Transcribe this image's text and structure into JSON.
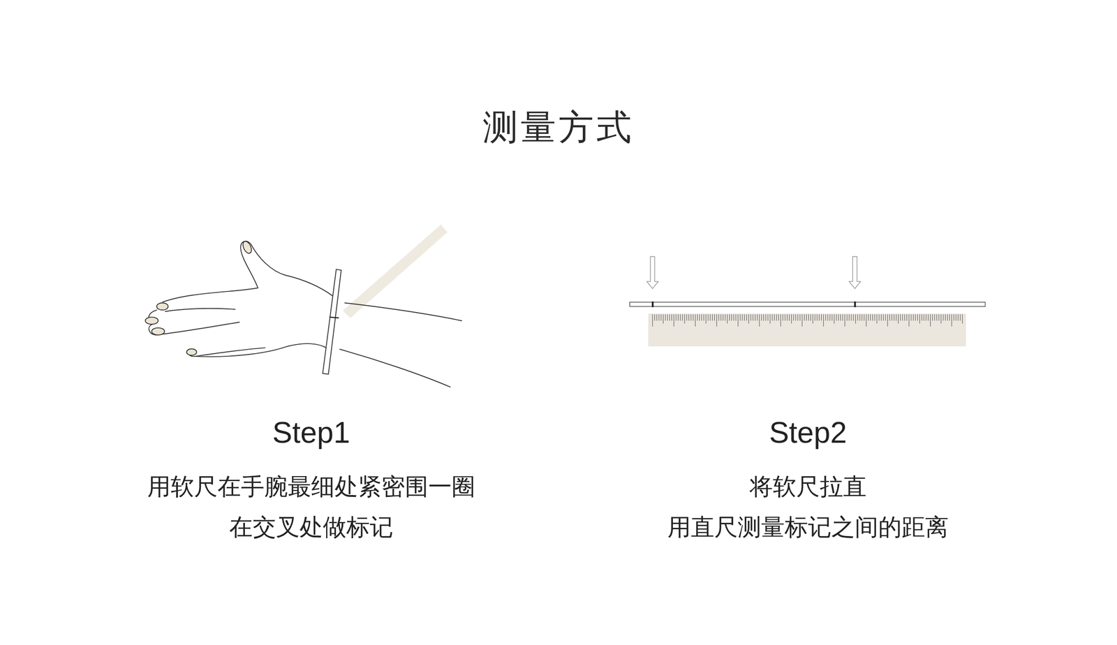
{
  "diagram": {
    "title": "测量方式",
    "labels": [
      "Step1",
      "用软尺在手腕最细处紧密围一圈 在交叉处做标记",
      "Step2",
      "将软尺拉直 用直尺测量标记之间的距离"
    ]
  }
}
